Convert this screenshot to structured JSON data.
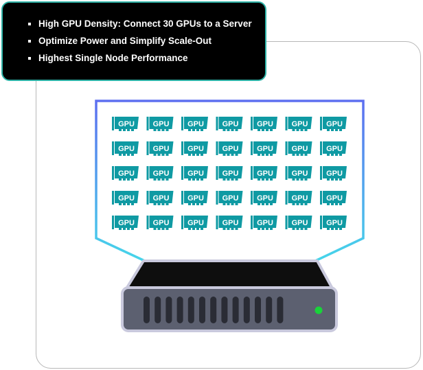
{
  "callout": {
    "items": [
      "High GPU Density: Connect 30 GPUs to a Server",
      "Optimize Power and Simplify Scale-Out",
      "Highest Single Node Performance"
    ]
  },
  "gpu_grid": {
    "label": "GPU",
    "rows": 5,
    "columns": 7
  },
  "colors": {
    "callout_background": "#000000",
    "callout_border": "#2fb3a8",
    "gpu_card": "#0f9aa3",
    "enclosure_outline": "#53a6f0",
    "server_body": "#5c6070",
    "server_top": "#0e0e0e",
    "status_led": "#19d33a"
  },
  "icons": {
    "gpu": "gpu-card-icon",
    "led": "status-led-icon"
  }
}
